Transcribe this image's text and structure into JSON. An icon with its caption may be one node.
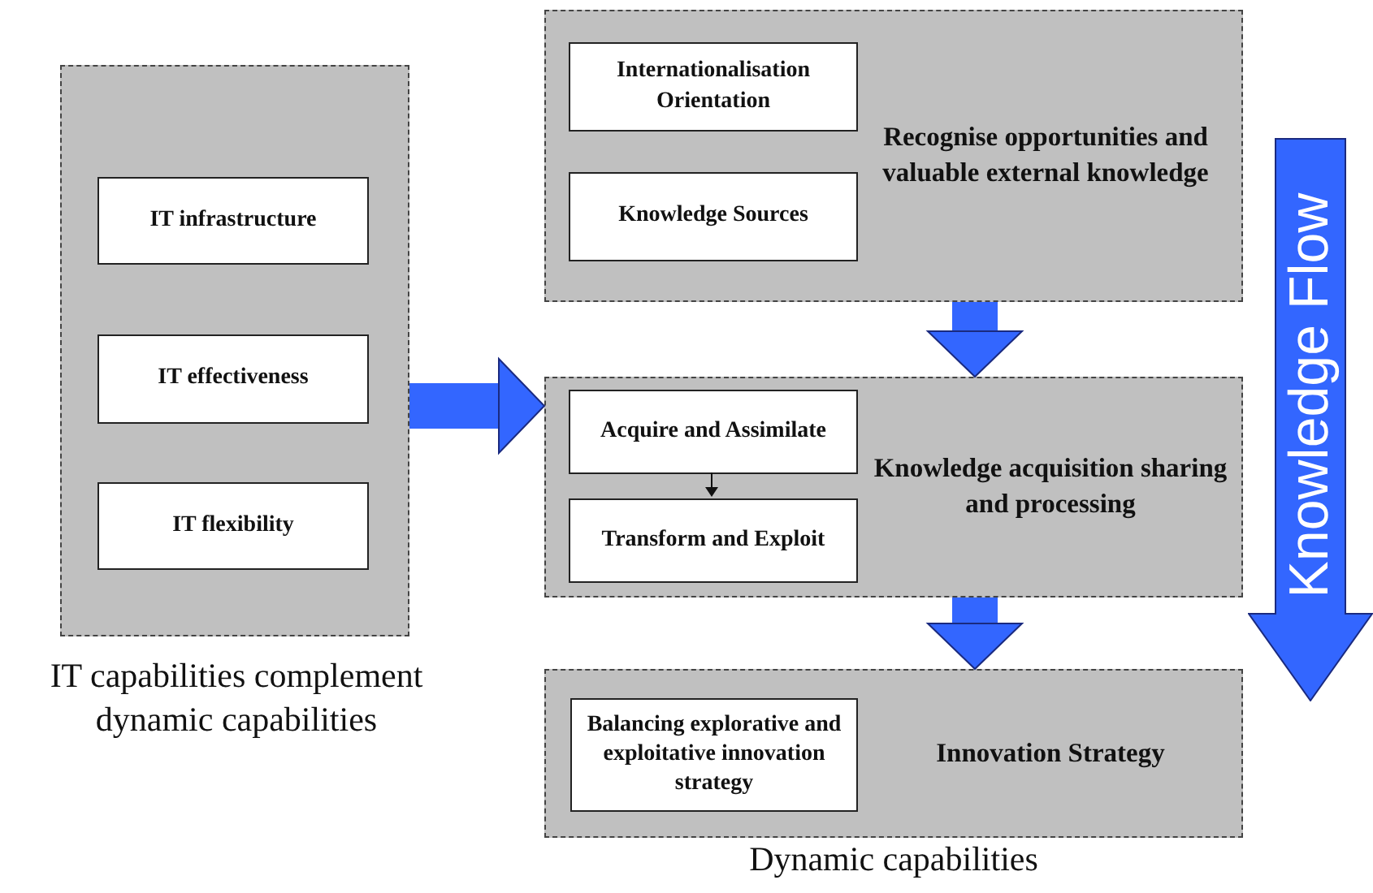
{
  "diagram": {
    "nodes": [
      {
        "text": [
          "IT capabilities complement dynamic capabilities"
        ]
      },
      {
        "text": [
          "IT infrastructure"
        ],
        "in": 0
      },
      {
        "text": [
          "IT effectiveness"
        ],
        "in": 0
      },
      {
        "text": [
          "IT flexibility"
        ],
        "in": 0
      },
      {
        "text": [
          "Recognise opportunities and valuable external knowledge"
        ]
      },
      {
        "text": [
          "Internationalisation Orientation"
        ],
        "in": 4
      },
      {
        "text": [
          "Knowledge Sources"
        ],
        "in": 4
      },
      {
        "text": [
          "Knowledge acquisition sharing and processing"
        ]
      },
      {
        "text": [
          "Acquire and Assimilate"
        ],
        "in": 7
      },
      {
        "text": [
          "Transform and Exploit"
        ],
        "in": 7
      },
      {
        "text": [
          "Innovation Strategy"
        ]
      },
      {
        "text": [
          "Balancing explorative and exploitative innovation strategy"
        ],
        "in": 10
      },
      {
        "text": [
          "Knowledge Flow"
        ]
      }
    ],
    "edges": [
      {
        "from": 0,
        "to": 7,
        "arrow": "to"
      },
      {
        "from": 4,
        "to": 7,
        "arrow": "to"
      },
      {
        "from": 7,
        "to": 10,
        "arrow": "to"
      },
      {
        "from": 8,
        "to": 9,
        "arrow": "to",
        "color": "#111111"
      }
    ],
    "labels": [
      "Dynamic capabilities"
    ]
  }
}
